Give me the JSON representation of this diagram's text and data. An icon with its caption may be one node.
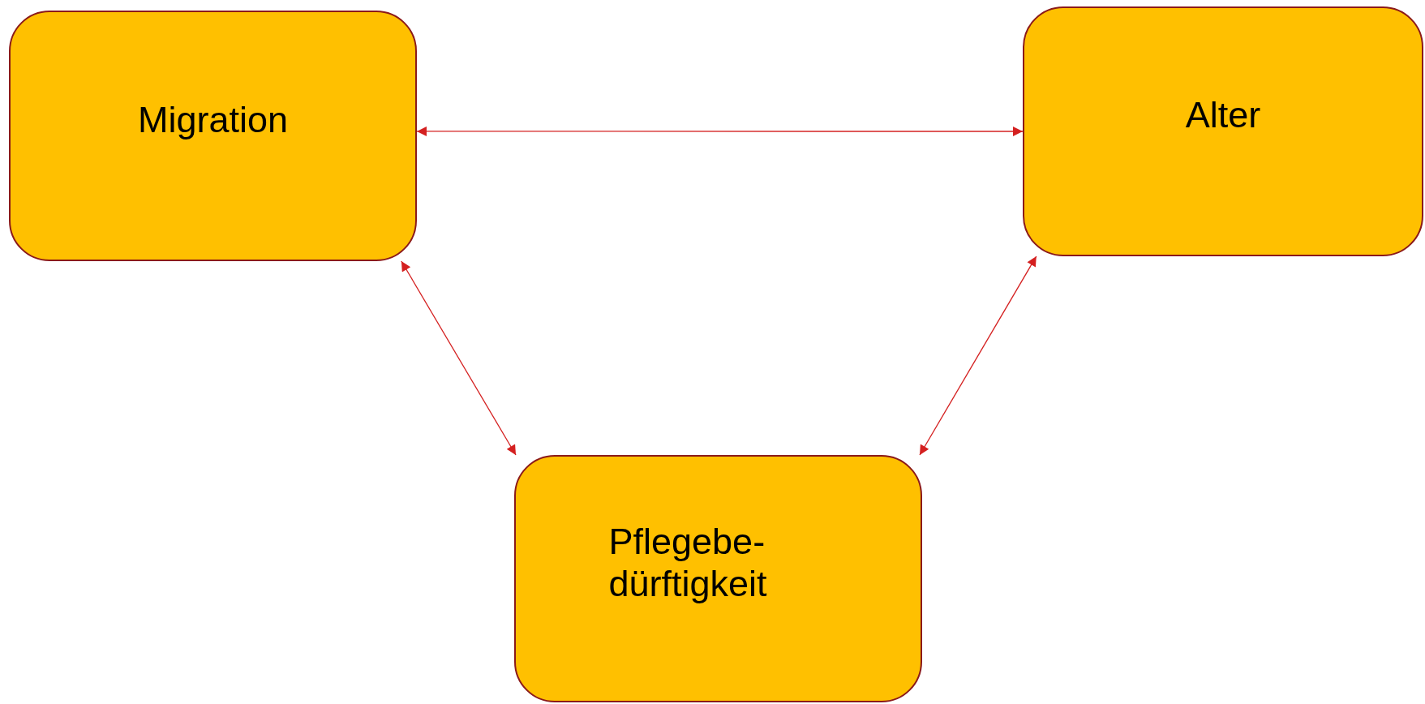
{
  "diagram": {
    "nodes": [
      {
        "text": [
          "Migration"
        ]
      },
      {
        "text": [
          "Alter"
        ]
      },
      {
        "text": [
          "Pflegebe- dürftigkeit"
        ]
      }
    ],
    "edges": [
      {
        "from": 0,
        "to": 1,
        "arrow": "both"
      },
      {
        "from": 0,
        "to": 2,
        "arrow": "both"
      },
      {
        "from": 1,
        "to": 2,
        "arrow": "both"
      }
    ]
  }
}
